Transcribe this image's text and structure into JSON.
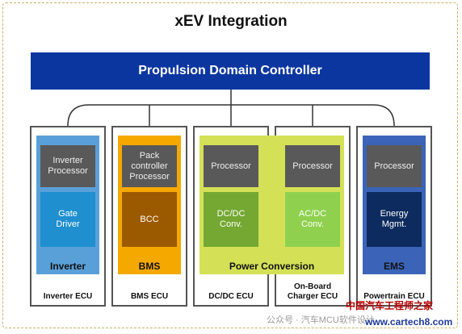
{
  "title": "xEV Integration",
  "controller": "Propulsion Domain Controller",
  "ecus": [
    {
      "label": "Inverter ECU"
    },
    {
      "label": "BMS ECU"
    },
    {
      "label": "DC/DC ECU"
    },
    {
      "label": "On-Board\nCharger ECU"
    },
    {
      "label": "Powertrain ECU"
    }
  ],
  "regions": [
    {
      "label": "Inverter",
      "color": "#5aa0d8"
    },
    {
      "label": "BMS",
      "color": "#f5a800"
    },
    {
      "label": "Power Conversion",
      "color": "#d4e157"
    },
    {
      "label": "EMS",
      "color": "#3b64b8"
    }
  ],
  "processors": [
    "Inverter\nProcessor",
    "Pack\ncontroller\nProcessor",
    "Processor",
    "Processor",
    "Processor"
  ],
  "subunits": [
    {
      "label": "Gate\nDriver",
      "color": "#1f8fd0"
    },
    {
      "label": "BCC",
      "color": "#9c5a00"
    },
    {
      "label": "DC/DC\nConv.",
      "color": "#74a832"
    },
    {
      "label": "AC/DC\nConv.",
      "color": "#8fd14f"
    },
    {
      "label": "Energy\nMgmt.",
      "color": "#0d2b5e"
    }
  ],
  "watermarks": {
    "wechat": "公众号 · 汽车MCU软件设计",
    "site_cn": "中国汽车工程师之家",
    "site_url": "www.cartech8.com"
  }
}
